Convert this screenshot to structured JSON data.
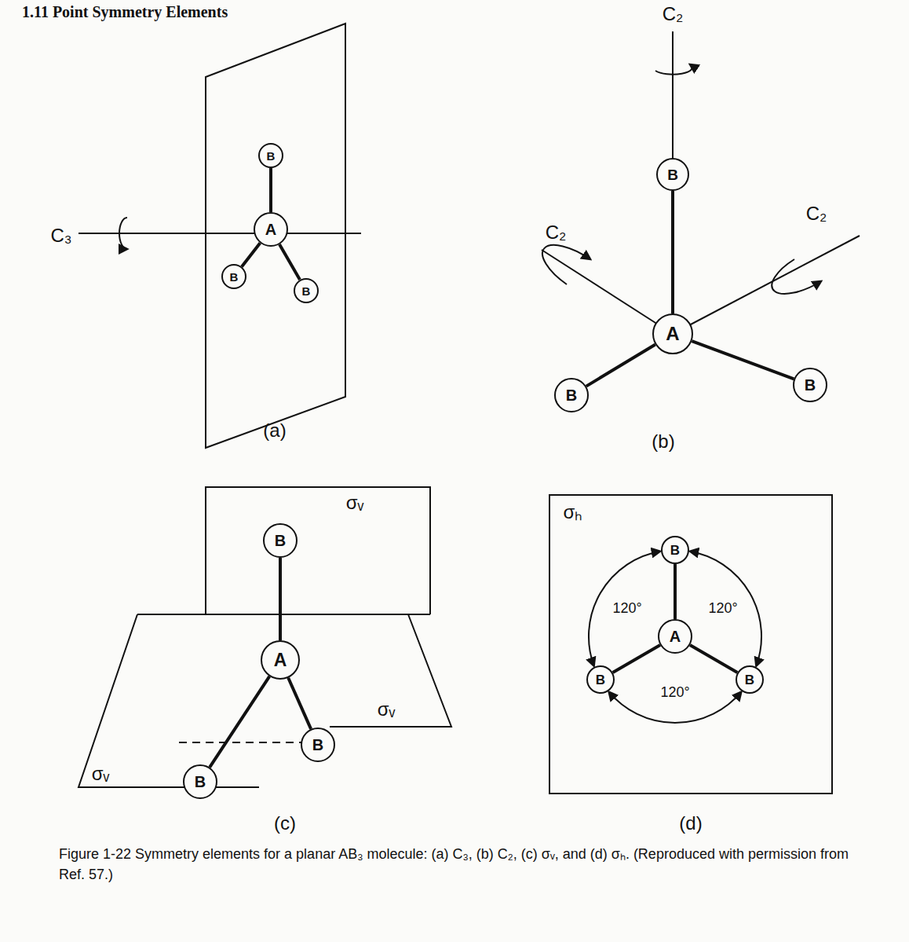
{
  "diagram": {
    "caption": "Figure 1-22 Symmetry elements for a planar AB₃ molecule: (a) C₃, (b) C₂, (c) σᵥ, and (d) σₕ. (Reproduced with permission from Ref. 57.)",
    "nodes": [
      {
        "text": [
          "B"
        ]
      },
      {
        "text": [
          "A"
        ]
      },
      {
        "text": [
          "B"
        ]
      },
      {
        "text": [
          "B"
        ]
      },
      {
        "text": [
          "B"
        ]
      },
      {
        "text": [
          "A"
        ]
      },
      {
        "text": [
          "B"
        ]
      },
      {
        "text": [
          "B"
        ]
      },
      {
        "text": [
          "B"
        ]
      },
      {
        "text": [
          "A"
        ]
      },
      {
        "text": [
          "B"
        ]
      },
      {
        "text": [
          "B"
        ]
      },
      {
        "text": [
          "B"
        ]
      },
      {
        "text": [
          "A"
        ]
      },
      {
        "text": [
          "B"
        ]
      },
      {
        "text": [
          "B"
        ]
      }
    ],
    "edges": [
      {
        "from": 1,
        "to": 0,
        "arrow": "none"
      },
      {
        "from": 1,
        "to": 2,
        "arrow": "none"
      },
      {
        "from": 1,
        "to": 3,
        "arrow": "none"
      },
      {
        "from": 5,
        "to": 4,
        "arrow": "none"
      },
      {
        "from": 5,
        "to": 6,
        "arrow": "none"
      },
      {
        "from": 5,
        "to": 7,
        "arrow": "none"
      },
      {
        "from": 9,
        "to": 8,
        "arrow": "none"
      },
      {
        "from": 9,
        "to": 10,
        "arrow": "none"
      },
      {
        "from": 9,
        "to": 11,
        "arrow": "none"
      },
      {
        "from": 13,
        "to": 12,
        "arrow": "none"
      },
      {
        "from": 13,
        "to": 14,
        "arrow": "none"
      },
      {
        "from": 13,
        "to": 15,
        "arrow": "none"
      }
    ],
    "labels": [
      "1.11 Point Symmetry Elements",
      "C₃",
      "(a)",
      "C₂",
      "C₂",
      "C₂",
      "(b)",
      "σᵥ",
      "σᵥ",
      "σᵥ",
      "(c)",
      "σₕ",
      "120°",
      "120°",
      "120°",
      "(d)"
    ]
  }
}
